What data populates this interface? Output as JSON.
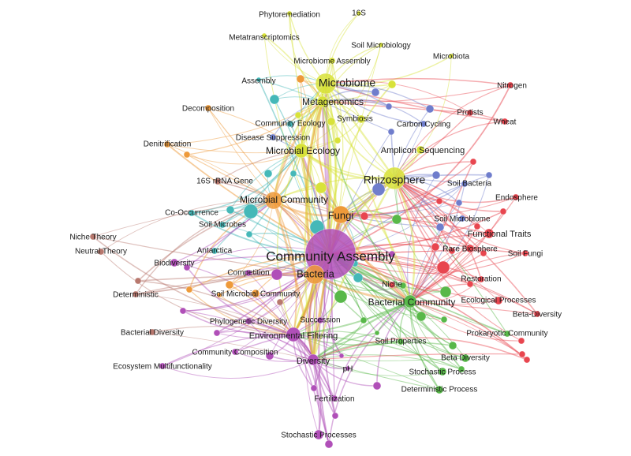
{
  "clusters": {
    "purple": "#b04fb8",
    "yellow": "#d8e23a",
    "orange": "#ee9a3a",
    "teal": "#45b8b8",
    "blue": "#6f7dcc",
    "red": "#e8464f",
    "green": "#58b849",
    "brown": "#b8786e"
  },
  "nodes": [
    {
      "id": "community-assembly",
      "label": "Community Assembly",
      "c": "purple",
      "w": 10
    },
    {
      "id": "microbiome",
      "label": "Microbiome",
      "c": "yellow",
      "w": 6
    },
    {
      "id": "rhizosphere",
      "label": "Rhizosphere",
      "c": "yellow",
      "w": 6
    },
    {
      "id": "metagenomics",
      "label": "Metagenomics",
      "c": "yellow",
      "w": 4
    },
    {
      "id": "bacteria",
      "label": "Bacteria",
      "c": "orange",
      "w": 5
    },
    {
      "id": "fungi",
      "label": "Fungi",
      "c": "orange",
      "w": 4
    },
    {
      "id": "microbial-community",
      "label": "Microbial Community",
      "c": "orange",
      "w": 5
    },
    {
      "id": "microbial-ecology",
      "label": "Microbial Ecology",
      "c": "yellow",
      "w": 4
    },
    {
      "id": "bacterial-community",
      "label": "Bacterial Community",
      "c": "green",
      "w": 4
    },
    {
      "id": "environmental-filtering",
      "label": "Environmental Filtering",
      "c": "purple",
      "w": 4
    },
    {
      "id": "diversity",
      "label": "Diversity",
      "c": "purple",
      "w": 4
    },
    {
      "id": "phytoremediation",
      "label": "Phytoremediation",
      "c": "yellow",
      "w": 1
    },
    {
      "id": "16s",
      "label": "16S",
      "c": "yellow",
      "w": 1
    },
    {
      "id": "metatranscriptomics",
      "label": "Metatranscriptomics",
      "c": "yellow",
      "w": 1
    },
    {
      "id": "soil-microbiology",
      "label": "Soil Microbiology",
      "c": "yellow",
      "w": 1
    },
    {
      "id": "microbiome-assembly",
      "label": "Microbiome Assembly",
      "c": "yellow",
      "w": 2
    },
    {
      "id": "microbiota",
      "label": "Microbiota",
      "c": "yellow",
      "w": 1
    },
    {
      "id": "assembly",
      "label": "Assembly",
      "c": "teal",
      "w": 1
    },
    {
      "id": "nitrogen",
      "label": "Nitrogen",
      "c": "red",
      "w": 1
    },
    {
      "id": "decomposition",
      "label": "Decomposition",
      "c": "orange",
      "w": 1
    },
    {
      "id": "protists",
      "label": "Protists",
      "c": "red",
      "w": 1
    },
    {
      "id": "wheat",
      "label": "Wheat",
      "c": "red",
      "w": 1
    },
    {
      "id": "symbiosis",
      "label": "Symbiosis",
      "c": "yellow",
      "w": 2
    },
    {
      "id": "community-ecology",
      "label": "Community Ecology",
      "c": "teal",
      "w": 1
    },
    {
      "id": "carbon-cycling",
      "label": "Carbon Cycling",
      "c": "blue",
      "w": 1
    },
    {
      "id": "disease-suppression",
      "label": "Disease Suppression",
      "c": "blue",
      "w": 1
    },
    {
      "id": "denitrification",
      "label": "Denitrification",
      "c": "orange",
      "w": 1
    },
    {
      "id": "amplicon-sequencing",
      "label": "Amplicon Sequencing",
      "c": "yellow",
      "w": 2
    },
    {
      "id": "16s-rrna-gene",
      "label": "16S rRNA Gene",
      "c": "brown",
      "w": 1
    },
    {
      "id": "soil-bacteria",
      "label": "Soil Bacteria",
      "c": "blue",
      "w": 1
    },
    {
      "id": "endosphere",
      "label": "Endosphere",
      "c": "red",
      "w": 1
    },
    {
      "id": "co-occurrence",
      "label": "Co-Occurrence",
      "c": "teal",
      "w": 1
    },
    {
      "id": "soil-microbiome",
      "label": "Soil Microbiome",
      "c": "blue",
      "w": 1
    },
    {
      "id": "soil-microbes",
      "label": "Soil Microbes",
      "c": "teal",
      "w": 1
    },
    {
      "id": "functional-traits",
      "label": "Functional Traits",
      "c": "red",
      "w": 2
    },
    {
      "id": "niche-theory",
      "label": "Niche Theory",
      "c": "brown",
      "w": 1
    },
    {
      "id": "neutral-theory",
      "label": "Neutral Theory",
      "c": "brown",
      "w": 1
    },
    {
      "id": "soil-fungi",
      "label": "Soil Fungi",
      "c": "red",
      "w": 1
    },
    {
      "id": "rare-biosphere",
      "label": "Rare Biosphere",
      "c": "red",
      "w": 1
    },
    {
      "id": "antarctica",
      "label": "Antarctica",
      "c": "teal",
      "w": 1
    },
    {
      "id": "biodiversity",
      "label": "Biodiversity",
      "c": "purple",
      "w": 2
    },
    {
      "id": "competition",
      "label": "Competition",
      "c": "purple",
      "w": 1
    },
    {
      "id": "restoration",
      "label": "Restoration",
      "c": "red",
      "w": 1
    },
    {
      "id": "deterministic",
      "label": "Deterministic",
      "c": "brown",
      "w": 1
    },
    {
      "id": "niche",
      "label": "Niche",
      "c": "red",
      "w": 1
    },
    {
      "id": "soil-microbial-community",
      "label": "Soil Microbial Community",
      "c": "orange",
      "w": 2
    },
    {
      "id": "ecological-processes",
      "label": "Ecological Processes",
      "c": "red",
      "w": 2
    },
    {
      "id": "beta-diversity-cap",
      "label": "Beta-Diversity",
      "c": "red",
      "w": 1
    },
    {
      "id": "phylogenetic-diversity",
      "label": "Phylogenetic Diversity",
      "c": "purple",
      "w": 1
    },
    {
      "id": "succession",
      "label": "Succession",
      "c": "purple",
      "w": 1
    },
    {
      "id": "bacterial-diversity",
      "label": "Bacterial Diversity",
      "c": "brown",
      "w": 1
    },
    {
      "id": "prokaryotic-community",
      "label": "Prokaryotic Community",
      "c": "green",
      "w": 1
    },
    {
      "id": "soil-properties",
      "label": "Soil Properties",
      "c": "green",
      "w": 1
    },
    {
      "id": "community-composition",
      "label": "Community Composition",
      "c": "purple",
      "w": 1
    },
    {
      "id": "beta-diversity",
      "label": "Beta Diversity",
      "c": "green",
      "w": 1
    },
    {
      "id": "ecosystem-multifunctionality",
      "label": "Ecosystem Multifunctionality",
      "c": "purple",
      "w": 1
    },
    {
      "id": "ph",
      "label": "pH",
      "c": "purple",
      "w": 1
    },
    {
      "id": "stochastic-process",
      "label": "Stochastic Process",
      "c": "green",
      "w": 1
    },
    {
      "id": "deterministic-process",
      "label": "Deterministic Process",
      "c": "green",
      "w": 1
    },
    {
      "id": "fertilization",
      "label": "Fertilization",
      "c": "purple",
      "w": 1
    },
    {
      "id": "stochastic-processes",
      "label": "Stochastic Processes",
      "c": "purple",
      "w": 2
    }
  ]
}
